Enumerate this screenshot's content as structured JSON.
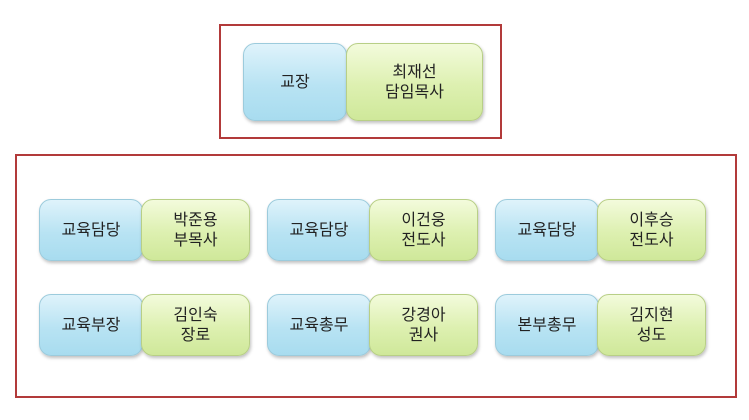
{
  "top": {
    "role": "교장",
    "name": "최재선\n담임목사"
  },
  "members": [
    {
      "role": "교육담당",
      "name": "박준용\n부목사"
    },
    {
      "role": "교육담당",
      "name": "이건웅\n전도사"
    },
    {
      "role": "교육담당",
      "name": "이후승\n전도사"
    },
    {
      "role": "교육부장",
      "name": "김인숙\n장로"
    },
    {
      "role": "교육총무",
      "name": "강경아\n권사"
    },
    {
      "role": "본부총무",
      "name": "김지현\n성도"
    }
  ],
  "colors": {
    "frame": "#b23a3a",
    "role_fill": "#b8e3f3",
    "name_fill": "#ddf0b0"
  }
}
